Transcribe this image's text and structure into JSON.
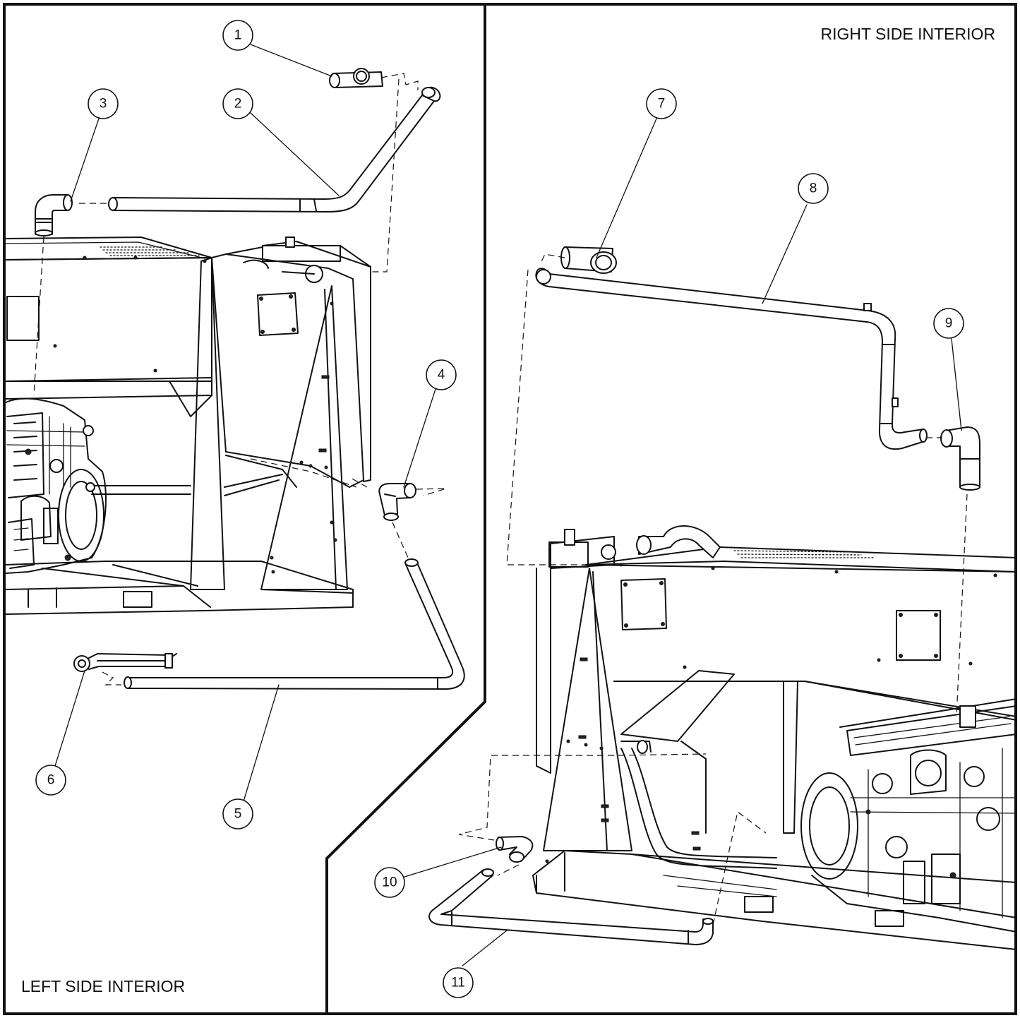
{
  "panels": {
    "left_title": "LEFT SIDE INTERIOR",
    "right_title": "RIGHT SIDE INTERIOR"
  },
  "callouts": [
    {
      "id": "1",
      "label": "1"
    },
    {
      "id": "2",
      "label": "2"
    },
    {
      "id": "3",
      "label": "3"
    },
    {
      "id": "4",
      "label": "4"
    },
    {
      "id": "5",
      "label": "5"
    },
    {
      "id": "6",
      "label": "6"
    },
    {
      "id": "7",
      "label": "7"
    },
    {
      "id": "8",
      "label": "8"
    },
    {
      "id": "9",
      "label": "9"
    },
    {
      "id": "10",
      "label": "10"
    },
    {
      "id": "11",
      "label": "11"
    }
  ]
}
